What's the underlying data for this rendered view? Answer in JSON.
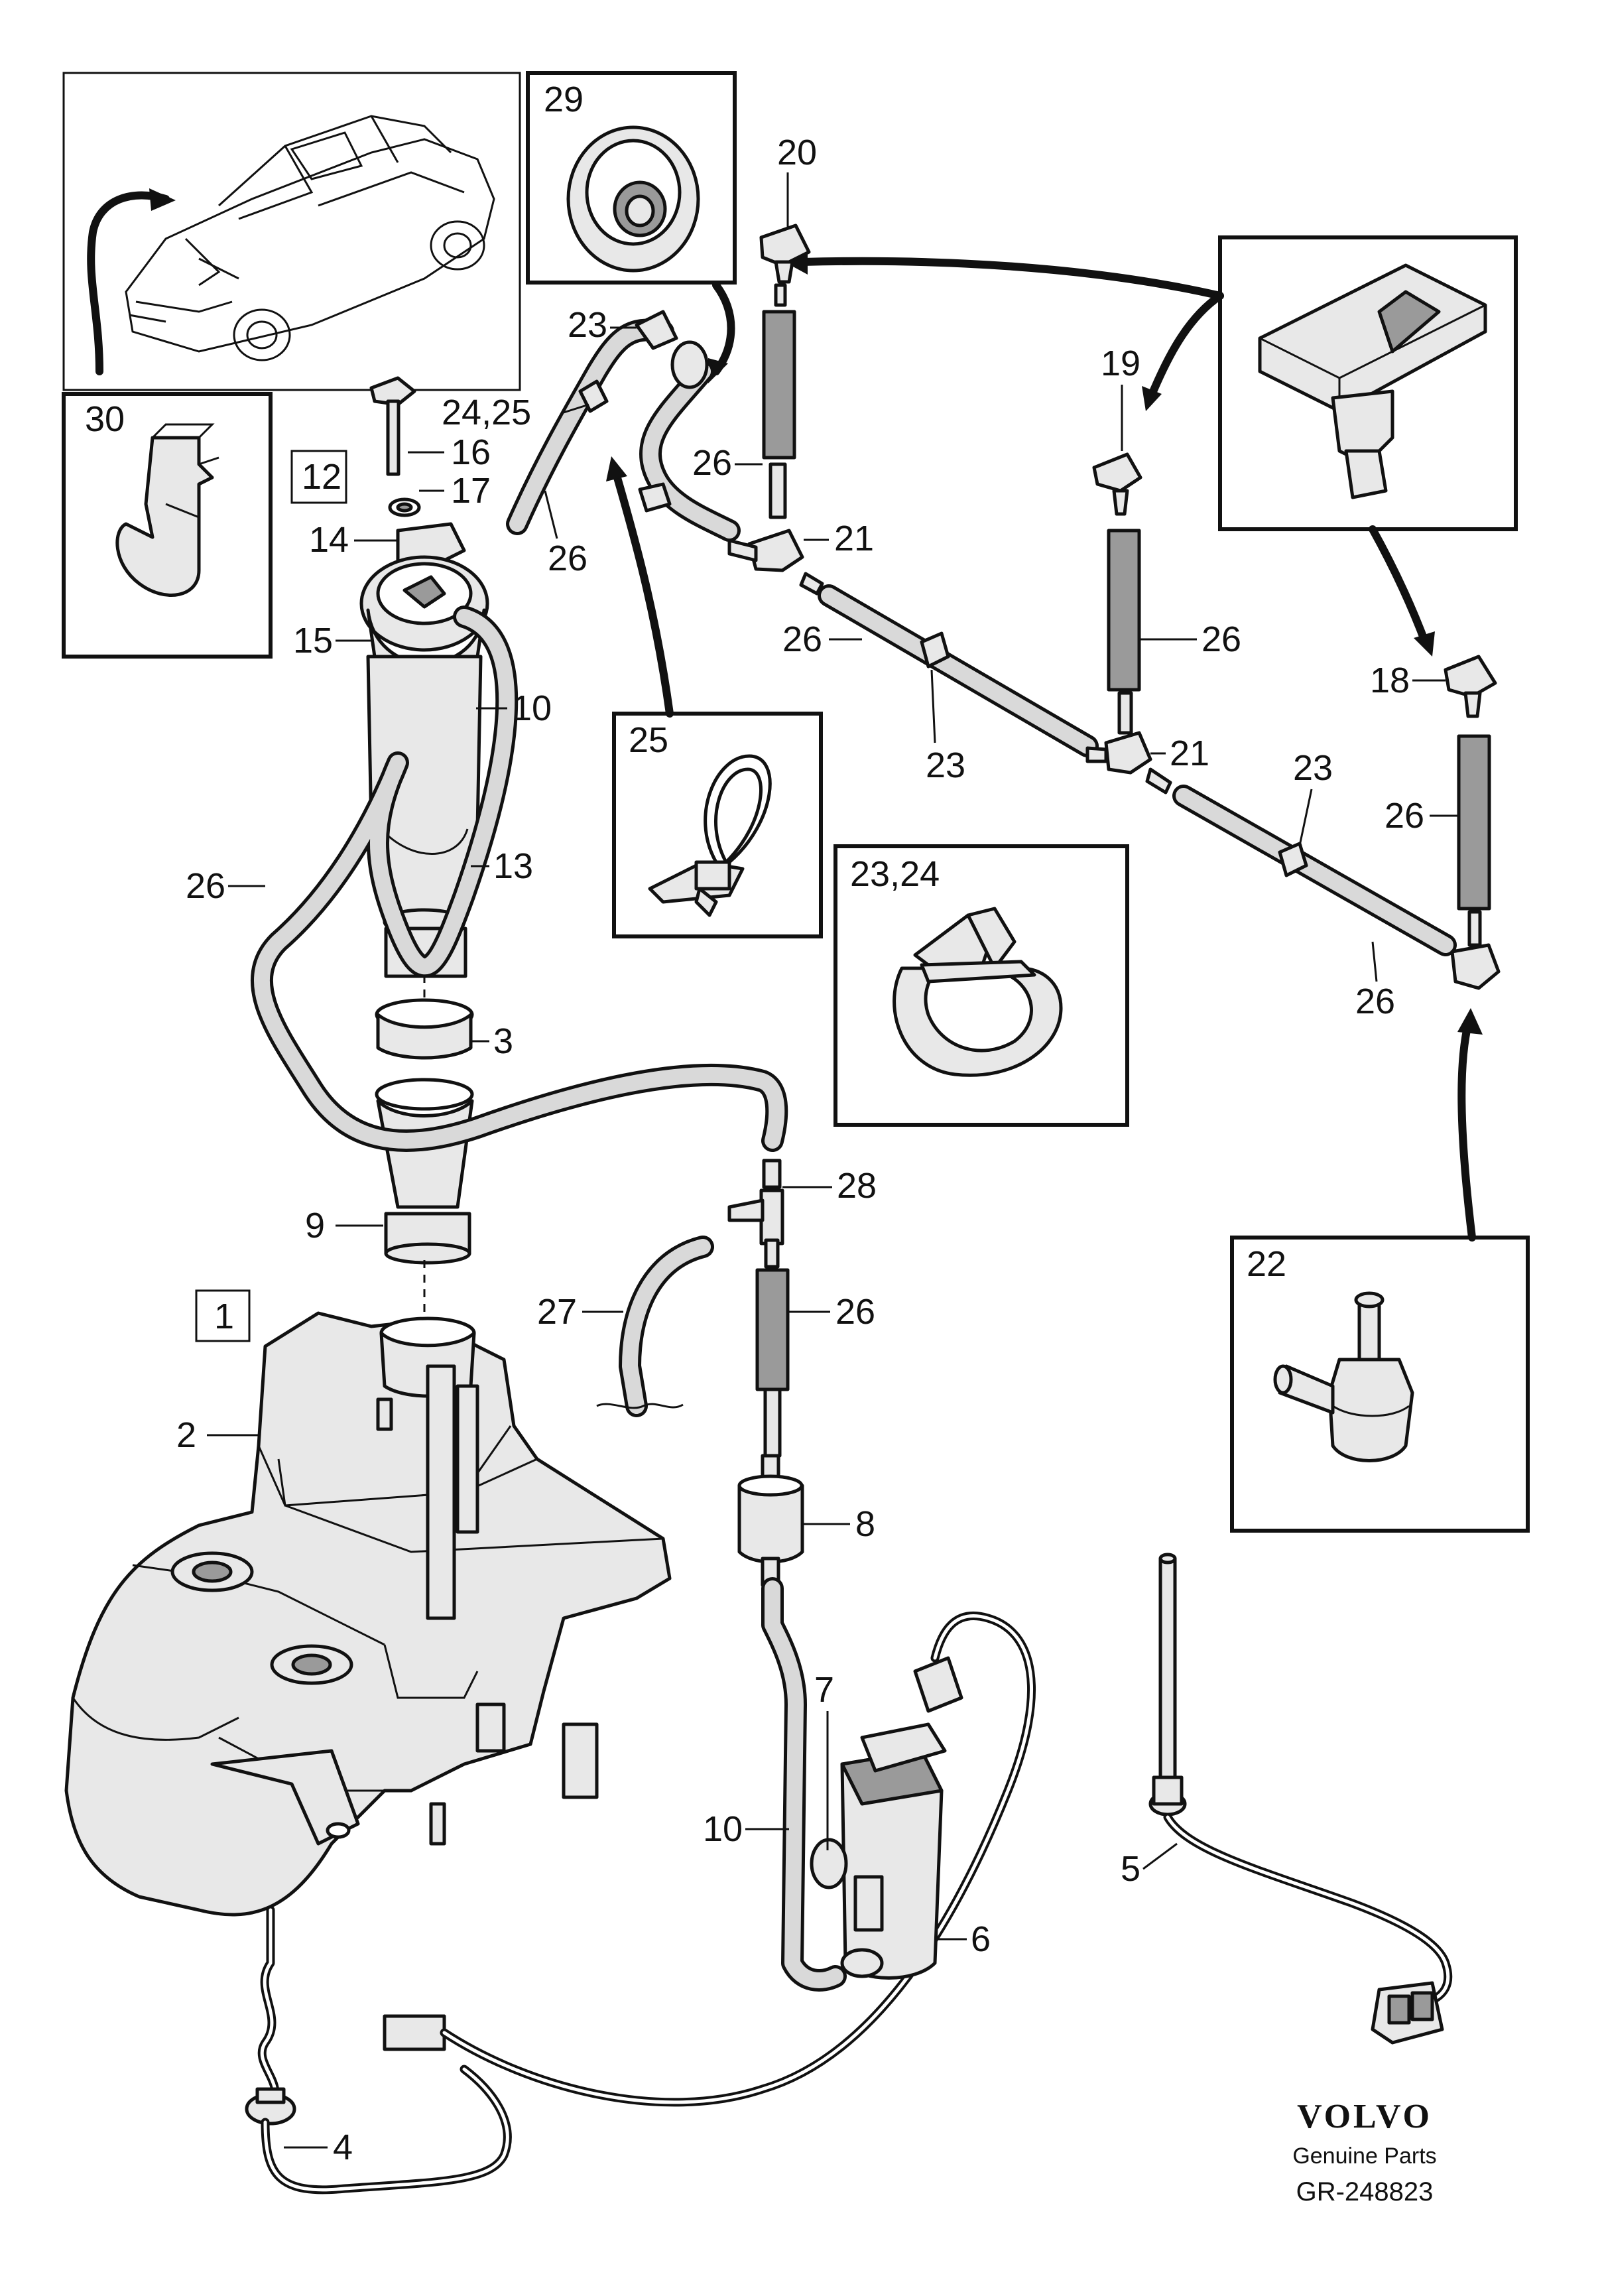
{
  "brand": {
    "logo_text": "VOLVO",
    "subtitle": "Genuine Parts",
    "figure_code": "GR-248823"
  },
  "boxed_labels": [
    "1",
    "12"
  ],
  "callouts": {
    "c1": "1",
    "c2": "2",
    "c3": "3",
    "c4": "4",
    "c5": "5",
    "c6": "6",
    "c7": "7",
    "c8": "8",
    "c9": "9",
    "c10a": "10",
    "c10b": "10",
    "c12": "12",
    "c13": "13",
    "c14": "14",
    "c15": "15",
    "c16": "16",
    "c17": "17",
    "c18": "18",
    "c19": "19",
    "c20": "20",
    "c21a": "21",
    "c21b": "21",
    "c22": "22",
    "c23a": "23",
    "c23b": "23",
    "c23c": "23",
    "c24_25": "24,25",
    "c25": "25",
    "c23_24": "23,24",
    "c26a": "26",
    "c26b": "26",
    "c26c": "26",
    "c26d": "26",
    "c26e": "26",
    "c26f": "26",
    "c26g": "26",
    "c26h": "26",
    "c27": "27",
    "c28": "28",
    "c29": "29",
    "c30": "30"
  },
  "icons": [
    "car-location-icon",
    "hose-clip-icon",
    "grommet-icon",
    "cable-tie-icon",
    "hose-clamp-icon",
    "washer-nozzle-icon",
    "t-connector-icon"
  ]
}
